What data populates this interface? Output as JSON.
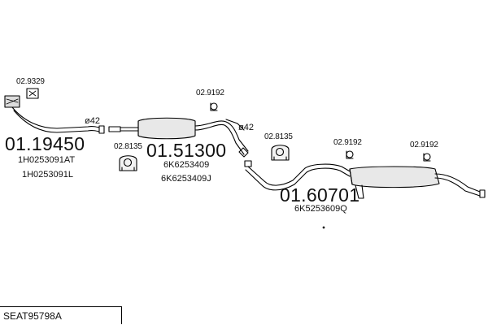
{
  "diagram": {
    "footer_code": "SEAT95798A",
    "parts": [
      {
        "number": "01.19450",
        "refs": [
          "1H0253091AT",
          "1H0253091L"
        ]
      },
      {
        "number": "01.51300",
        "refs": [
          "6K6253409",
          "6K6253409J"
        ]
      },
      {
        "number": "01.60701",
        "refs": [
          "6K5253609Q"
        ]
      }
    ],
    "small_parts": [
      {
        "number": "02.9329"
      },
      {
        "number": "02.8135"
      },
      {
        "number": "02.9192"
      },
      {
        "number": "02.8135"
      },
      {
        "number": "02.9192"
      },
      {
        "number": "02.9192"
      }
    ],
    "diameters": [
      "ø42",
      "ø42"
    ]
  }
}
